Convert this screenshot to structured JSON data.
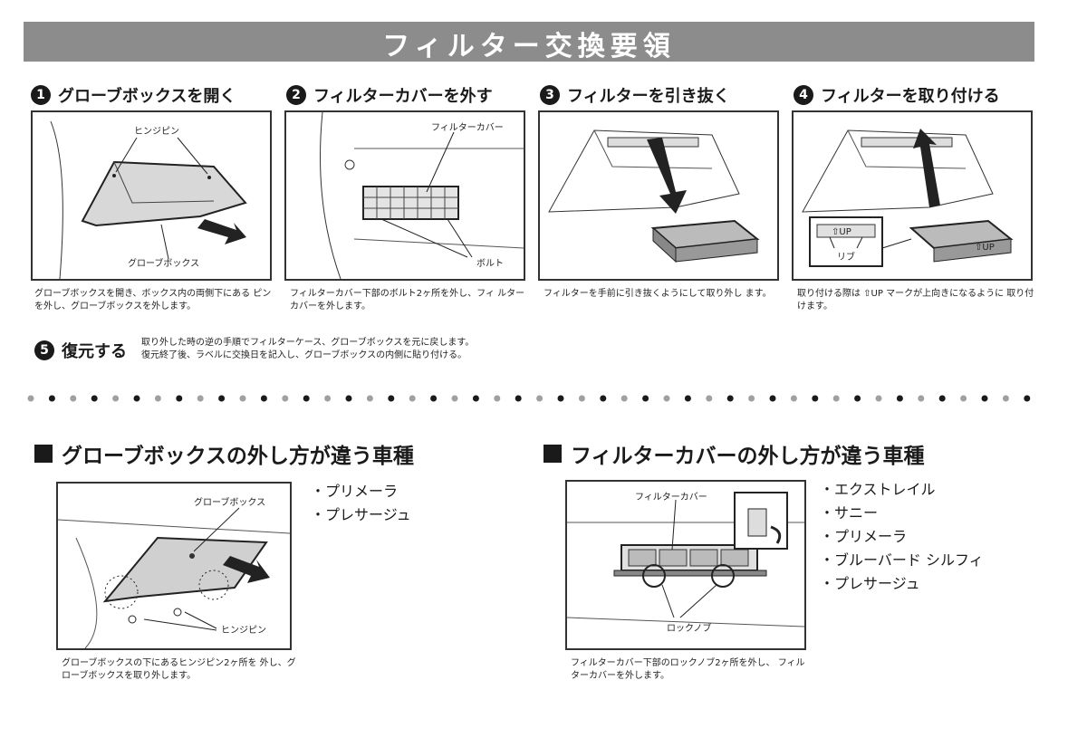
{
  "title": "フィルター交換要領",
  "steps": [
    {
      "num": "1",
      "title": "グローブボックスを開く",
      "labels": {
        "hinge": "ヒンジピン",
        "glovebox": "グローブボックス"
      },
      "desc": "グローブボックスを開き、ボックス内の両側下にある ピンを外し、グローブボックスを外します。"
    },
    {
      "num": "2",
      "title": "フィルターカバーを外す",
      "labels": {
        "cover": "フィルターカバー",
        "bolt": "ボルト"
      },
      "desc": "フィルターカバー下部のボルト2ヶ所を外し、フィ ルターカバーを外します。"
    },
    {
      "num": "3",
      "title": "フィルターを引き抜く",
      "desc": "フィルターを手前に引き抜くようにして取り外し ます。"
    },
    {
      "num": "4",
      "title": "フィルターを取り付ける",
      "labels": {
        "up1": "⇧UP",
        "rib": "リブ",
        "up2": "⇧UP"
      },
      "desc": "取り付ける際は ⇧UP マークが上向きになるように 取り付けます。"
    },
    {
      "num": "5",
      "title": "復元する",
      "desc_line1": "取り外した時の逆の手順でフィルターケース、グローブボックスを元に戻します。",
      "desc_line2": "復元終了後、ラベルに交換日を記入し、グローブボックスの内側に貼り付ける。"
    }
  ],
  "section_glovebox": {
    "title": "グローブボックスの外し方が違う車種",
    "labels": {
      "glovebox": "グローブボックス",
      "hinge": "ヒンジピン"
    },
    "desc": "グローブボックスの下にあるヒンジピン2ヶ所を 外し、グローブボックスを取り外します。",
    "models": [
      "プリメーラ",
      "プレサージュ"
    ]
  },
  "section_cover": {
    "title": "フィルターカバーの外し方が違う車種",
    "labels": {
      "cover": "フィルターカバー",
      "knob": "ロックノブ"
    },
    "desc": "フィルターカバー下部のロックノブ2ヶ所を外し、 フィルターカバーを外します。",
    "models": [
      "エクストレイル",
      "サニー",
      "プリメーラ",
      "ブルーバード シルフィ",
      "プレサージュ"
    ]
  },
  "colors": {
    "banner": "#8c8c8c",
    "ink": "#1a1a1a",
    "dot_dark": "#1a1a1a",
    "dot_light": "#a0a0a0"
  }
}
